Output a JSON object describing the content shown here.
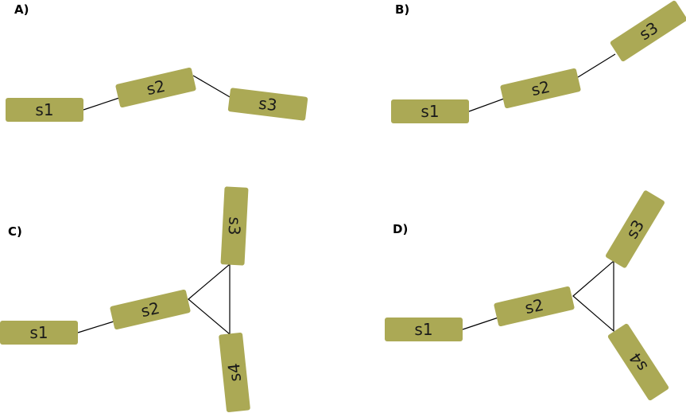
{
  "panels": [
    {
      "label": "A)",
      "segments": [
        "s1",
        "s2",
        "s3"
      ]
    },
    {
      "label": "B)",
      "segments": [
        "s1",
        "s2",
        "s3"
      ]
    },
    {
      "label": "C)",
      "segments": [
        "s1",
        "s2",
        "s3",
        "s4"
      ]
    },
    {
      "label": "D)",
      "segments": [
        "s1",
        "s2",
        "s3",
        "s4"
      ]
    }
  ],
  "colors": {
    "segment": "#aba955",
    "line": "#000000"
  }
}
